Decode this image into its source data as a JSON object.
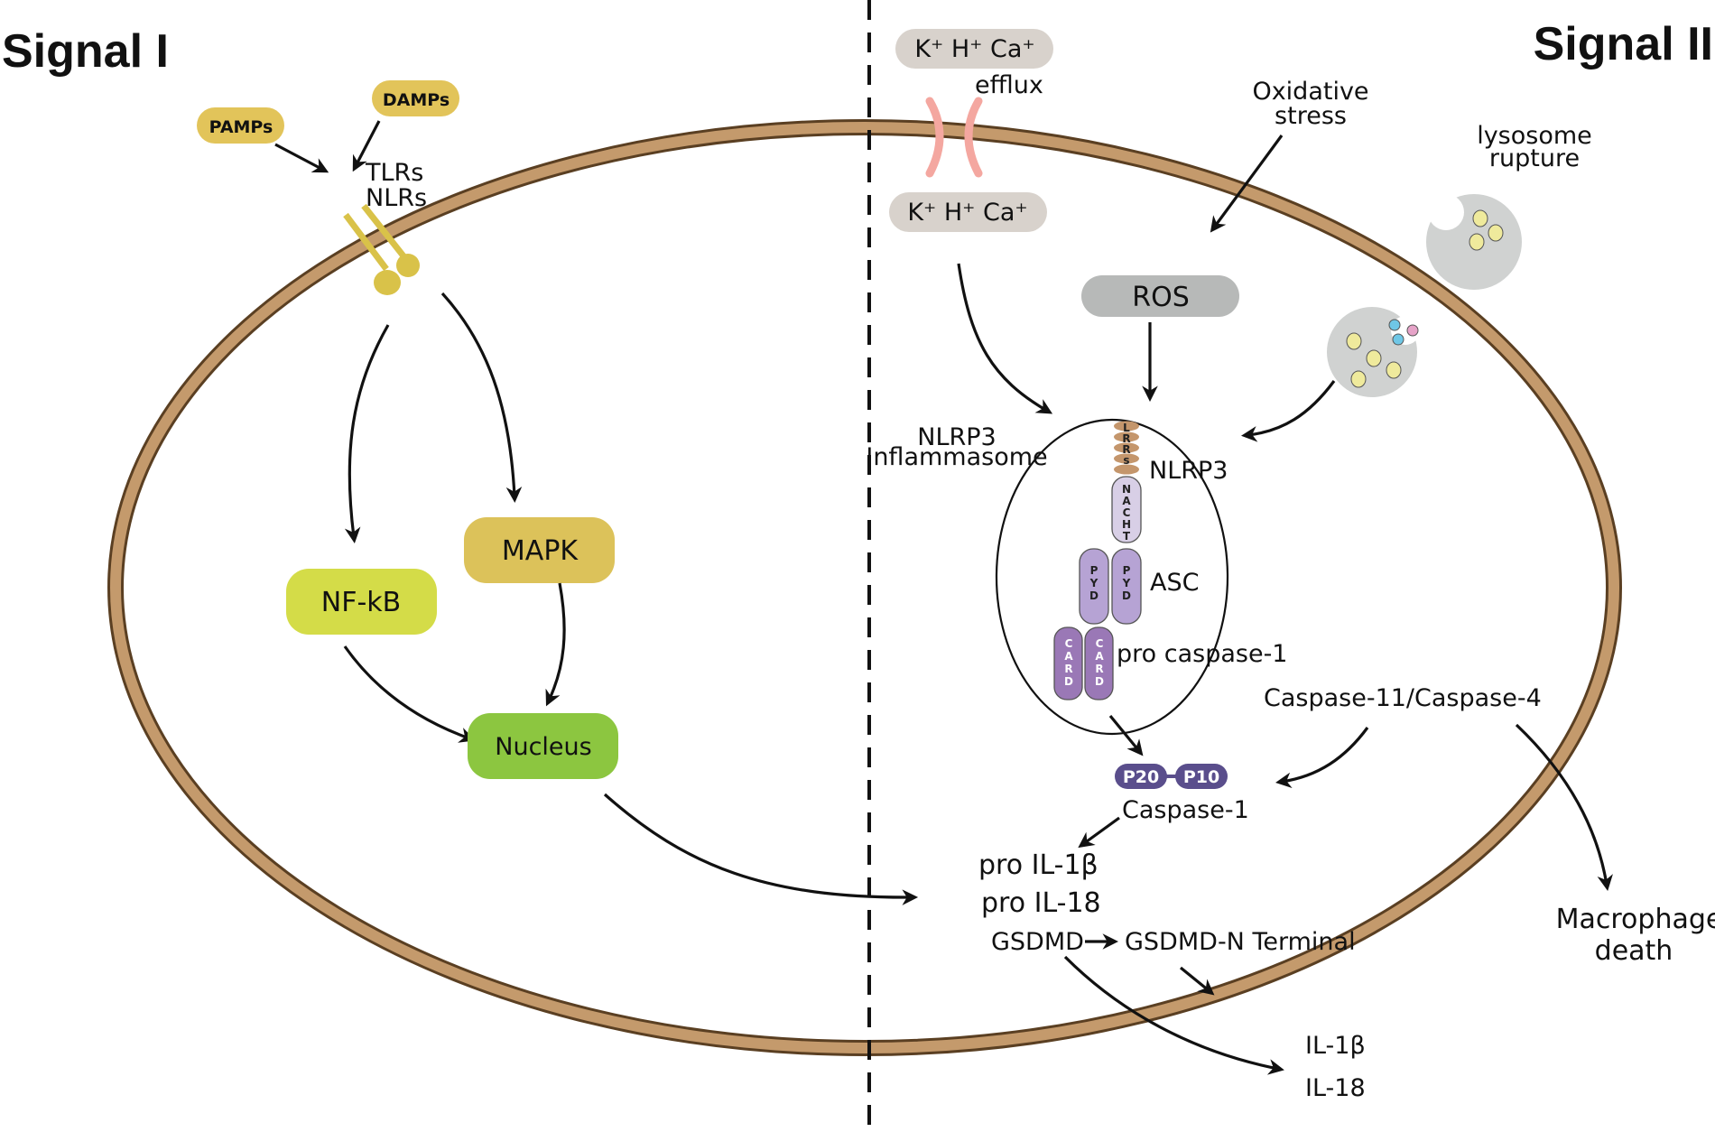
{
  "titles": {
    "signal1": "Signal I",
    "signal2": "Signal II"
  },
  "signal1": {
    "pamps": "PAMPs",
    "damps": "DAMPs",
    "tlrs": "TLRs",
    "nlrs": "NLRs",
    "nfkb": "NF-kB",
    "mapk": "MAPK",
    "nucleus": "Nucleus"
  },
  "signal2": {
    "ions_top": "K⁺ H⁺ Ca⁺",
    "efflux": "efflux",
    "ions_bottom": "K⁺ H⁺ Ca⁺",
    "oxidative_line1": "Oxidative",
    "oxidative_line2": "stress",
    "lysosome_line1": "lysosome",
    "lysosome_line2": "rupture",
    "ros": "ROS",
    "inflammasome_line1": "NLRP3",
    "inflammasome_line2": "Inflammasome",
    "nlrp3": "NLRP3",
    "asc": "ASC",
    "pro_caspase": "pro caspase-1",
    "lrrs": [
      "L",
      "R",
      "R",
      "s"
    ],
    "nacht": [
      "N",
      "A",
      "C",
      "H",
      "T"
    ],
    "pyd": [
      "P",
      "Y",
      "D"
    ],
    "card": [
      "C",
      "A",
      "R",
      "D"
    ],
    "caspase11": "Caspase-11/Caspase-4",
    "p20": "P20",
    "p10": "P10",
    "caspase1": "Caspase-1",
    "pro_il1b": "pro IL-1β",
    "pro_il18": "pro IL-18",
    "gsdmd": "GSDMD",
    "gsdmd_n": "GSDMD-N Terminal",
    "il1b": "IL-1β",
    "il18": "IL-18",
    "macrophage_line1": "Macrophage",
    "macrophage_line2": "death"
  },
  "colors": {
    "membrane": "#c49a6c",
    "membrane_outline": "#5a3f22",
    "pamps": "#e2c45a",
    "mapk": "#dcc25a",
    "nfkb": "#d4dc48",
    "nucleus": "#8cc640",
    "ion_pill": "#d8d2cc",
    "channel": "#f4a7a0",
    "ros": "#b7b9b8",
    "nacht": "#d8cfe6",
    "pyd": "#b6a3d4",
    "card": "#9a78b6",
    "p20_p10": "#5a4e8c",
    "lrr": "#c4966c",
    "receptor": "#d9c249",
    "lysosome": "#d0d2d1",
    "granule": "#efea9c"
  }
}
